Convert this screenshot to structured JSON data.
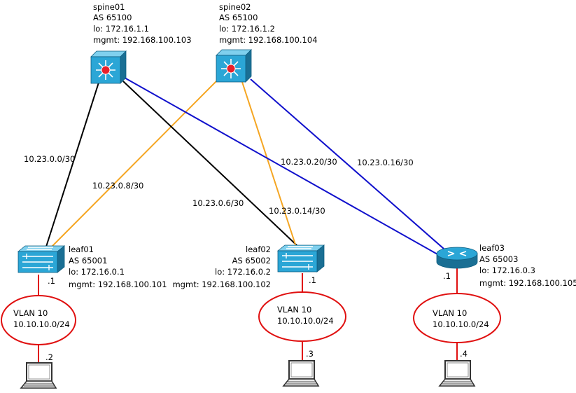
{
  "colors": {
    "black_link": "#000000",
    "orange_link": "#f5a623",
    "blue_link": "#1010cc",
    "vlan_stroke": "#e01010",
    "device_blue": "#2ba6d6",
    "device_red": "#e8202a"
  },
  "nodes": {
    "spine01": {
      "name": "spine01",
      "as": "AS 65100",
      "lo": "lo: 172.16.1.1",
      "mgmt": "mgmt: 192.168.100.103",
      "icon": "multilayer-switch-icon"
    },
    "spine02": {
      "name": "spine02",
      "as": "AS 65100",
      "lo": "lo: 172.16.1.2",
      "mgmt": "mgmt: 192.168.100.104",
      "icon": "multilayer-switch-icon"
    },
    "leaf01": {
      "name": "leaf01",
      "as": "AS 65001",
      "lo": "lo: 172.16.0.1",
      "mgmt": "mgmt: 192.168.100.101",
      "icon": "switch-icon"
    },
    "leaf02": {
      "name": "leaf02",
      "as": "AS 65002",
      "lo": "lo: 172.16.0.2",
      "mgmt": "mgmt: 192.168.100.102",
      "icon": "switch-icon"
    },
    "leaf03": {
      "name": "leaf03",
      "as": "AS 65003",
      "lo": "lo: 172.16.0.3",
      "mgmt": "mgmt: 192.168.100.105",
      "icon": "router-icon"
    }
  },
  "links": [
    {
      "from": "spine01",
      "to": "leaf01",
      "subnet": "10.23.0.0/30",
      "color": "black"
    },
    {
      "from": "spine02",
      "to": "leaf01",
      "subnet": "10.23.0.8/30",
      "color": "orange"
    },
    {
      "from": "spine01",
      "to": "leaf02",
      "subnet": "10.23.0.6/30",
      "color": "black"
    },
    {
      "from": "spine02",
      "to": "leaf02",
      "subnet": "10.23.0.14/30",
      "color": "orange"
    },
    {
      "from": "spine01",
      "to": "leaf03",
      "subnet": "10.23.0.20/30",
      "color": "blue"
    },
    {
      "from": "spine02",
      "to": "leaf03",
      "subnet": "10.23.0.16/30",
      "color": "blue"
    }
  ],
  "vlans": [
    {
      "leaf": "leaf01",
      "name": "VLAN 10",
      "subnet": "10.10.10.0/24",
      "gw": ".1",
      "host": ".2"
    },
    {
      "leaf": "leaf02",
      "name": "VLAN 10",
      "subnet": "10.10.10.0/24",
      "gw": ".1",
      "host": ".3"
    },
    {
      "leaf": "leaf03",
      "name": "VLAN 10",
      "subnet": "10.10.10.0/24",
      "gw": ".1",
      "host": ".4"
    }
  ]
}
